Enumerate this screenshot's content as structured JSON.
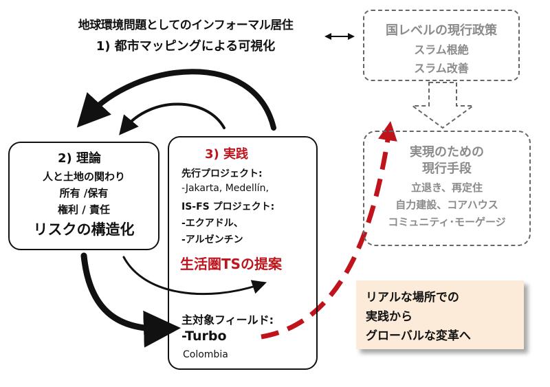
{
  "headline": {
    "line1": "地球環境問題としてのインフォーマル居住",
    "line2": "1) 都市マッピングによる可視化"
  },
  "policy": {
    "title": "国レベルの現行政策",
    "items": [
      "スラム根絶",
      "スラム改善"
    ]
  },
  "means": {
    "title_lines": [
      "実現のための",
      "現行手段"
    ],
    "items": [
      "立退き、再定住",
      "自力建設、コアハウス",
      "コミュニティ･モーゲージ"
    ]
  },
  "theory": {
    "title": "2) 理論",
    "lines": [
      "人と土地の関わり",
      "所有 /保有",
      "権利 / 責任"
    ],
    "emphasis": "リスクの構造化"
  },
  "practice": {
    "title": "3) 実践",
    "lines": [
      "先行プロジェクト:",
      "-Jakarta, Medellín,",
      "IS-FS プロジェクト:",
      "-エクアドル、",
      "-アルゼンチン"
    ],
    "proposal": "生活圏TSの提案",
    "field_label": "主対象フィールド:",
    "field_name": "-Turbo",
    "field_country": "Colombia"
  },
  "callout": {
    "lines": [
      "リアルな場所での",
      "実践から",
      "グローバルな変革へ"
    ]
  },
  "colors": {
    "accent_red": "#c0141c",
    "gray_text": "#8a8a8a",
    "callout_bg": "#fbebd8"
  }
}
